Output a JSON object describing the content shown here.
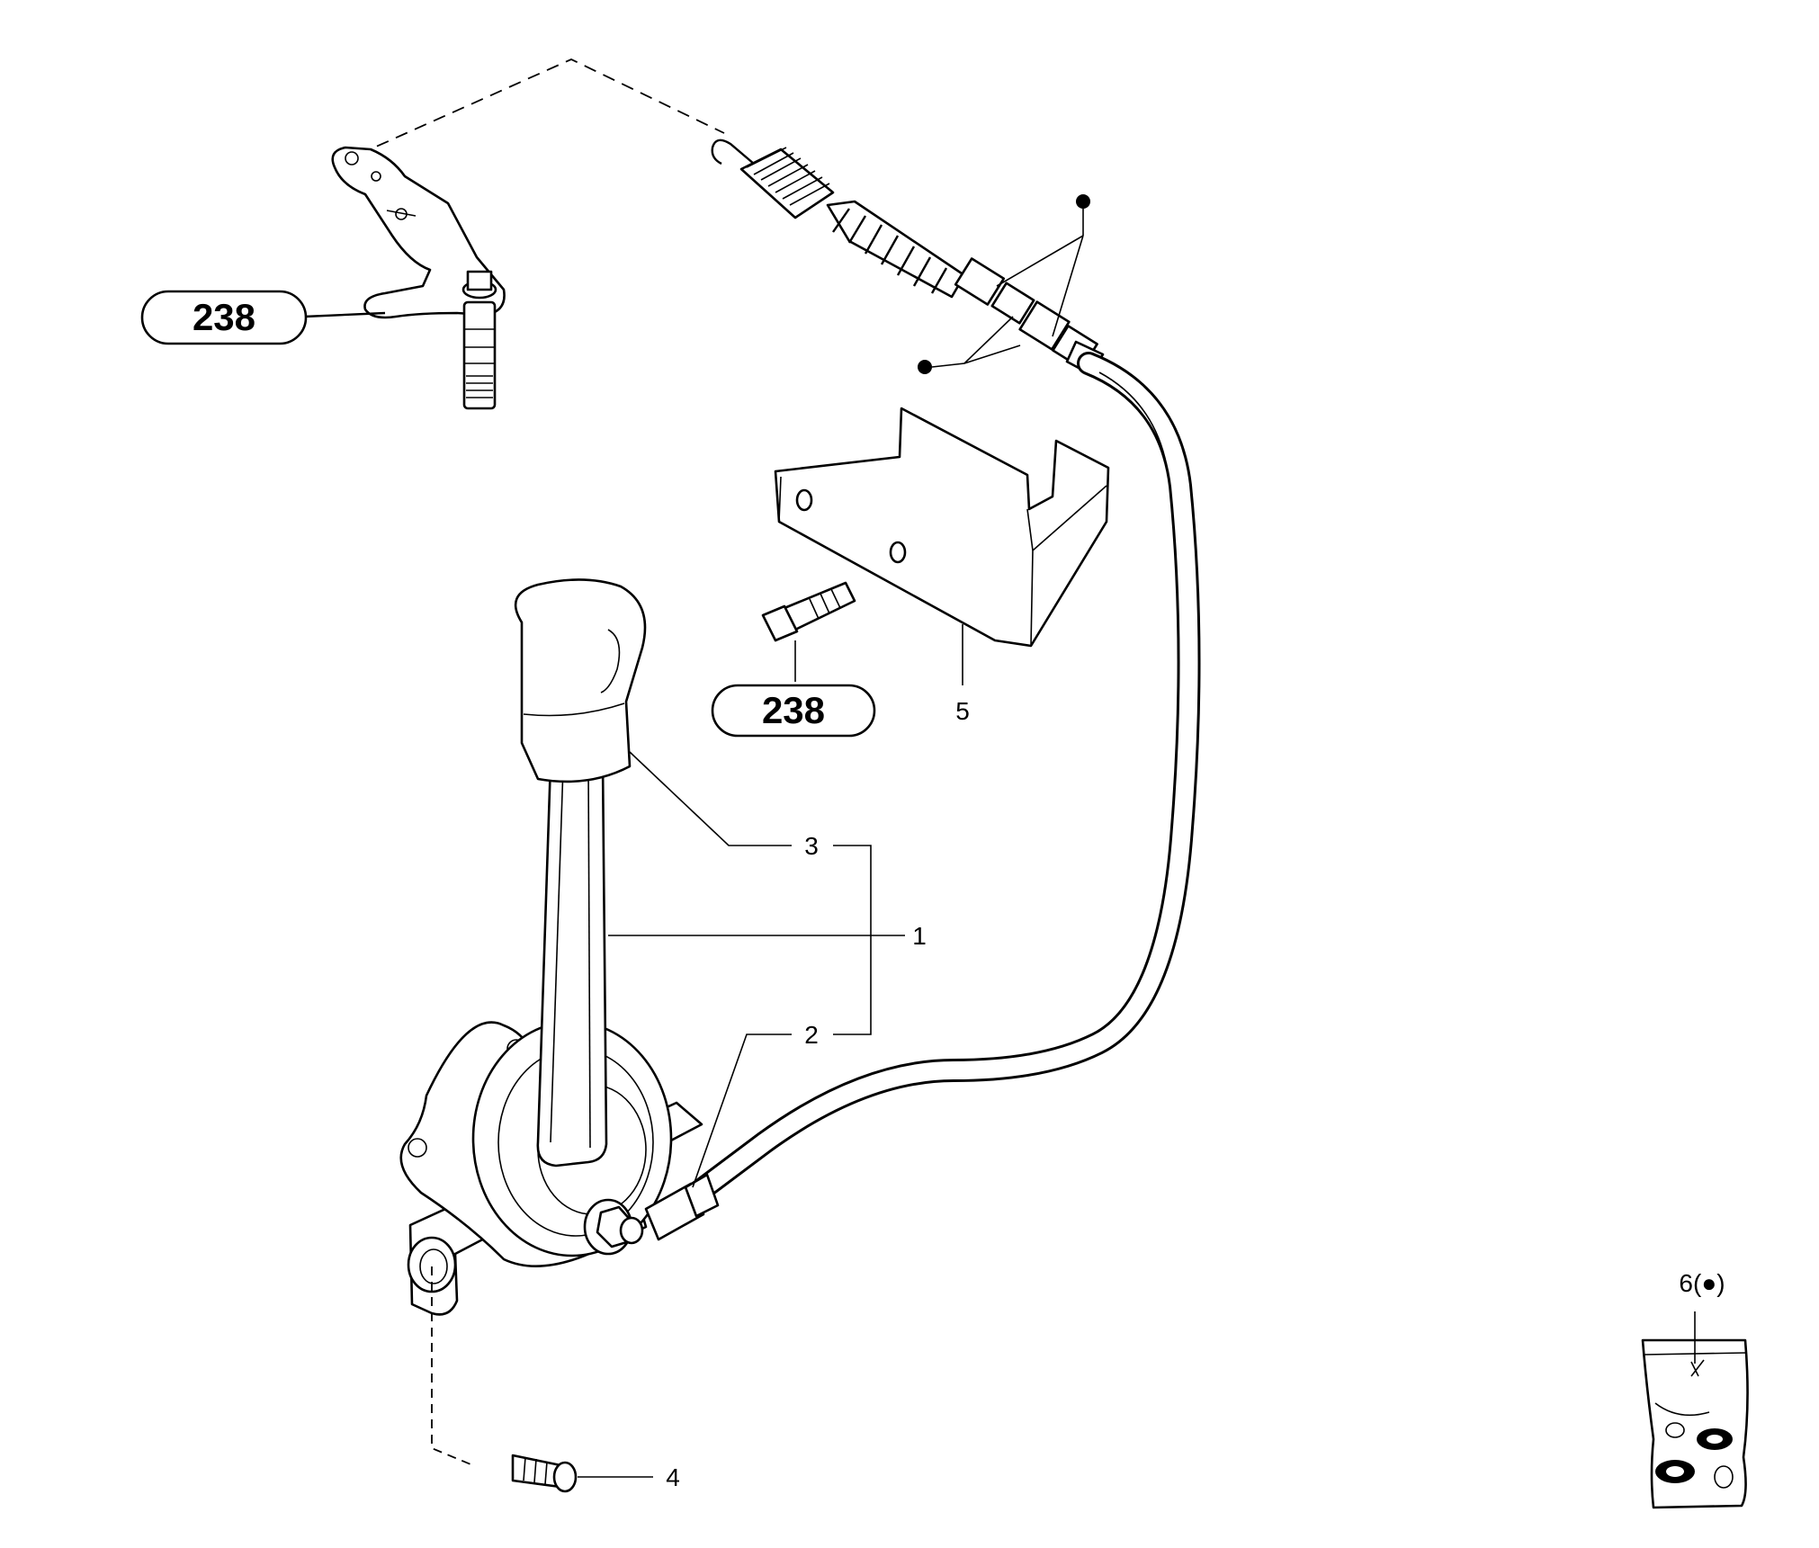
{
  "references": {
    "ref_top": "238",
    "ref_bolt": "238"
  },
  "callouts": {
    "c1": "1",
    "c2": "2",
    "c3": "3",
    "c4": "4",
    "c5": "5",
    "c6": "6(●)"
  }
}
